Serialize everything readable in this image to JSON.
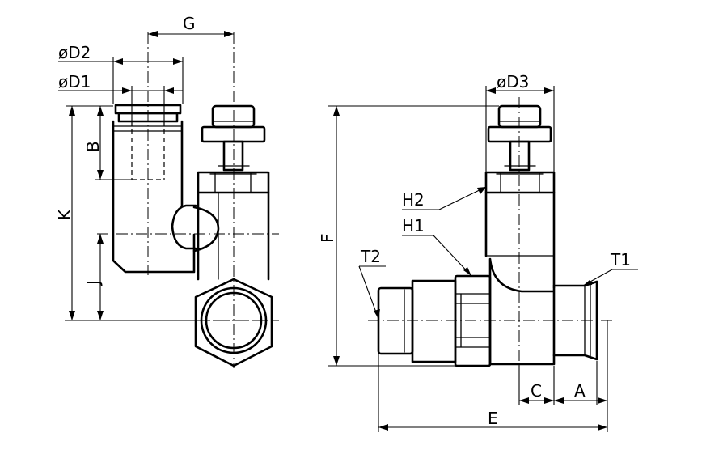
{
  "labels": {
    "G": "G",
    "D2": "øD2",
    "D1": "øD1",
    "D3": "øD3",
    "B": "B",
    "K": "K",
    "J": "J",
    "F": "F",
    "H2": "H2",
    "H1": "H1",
    "T2": "T2",
    "T1": "T1",
    "C": "C",
    "A": "A",
    "E": "E"
  }
}
